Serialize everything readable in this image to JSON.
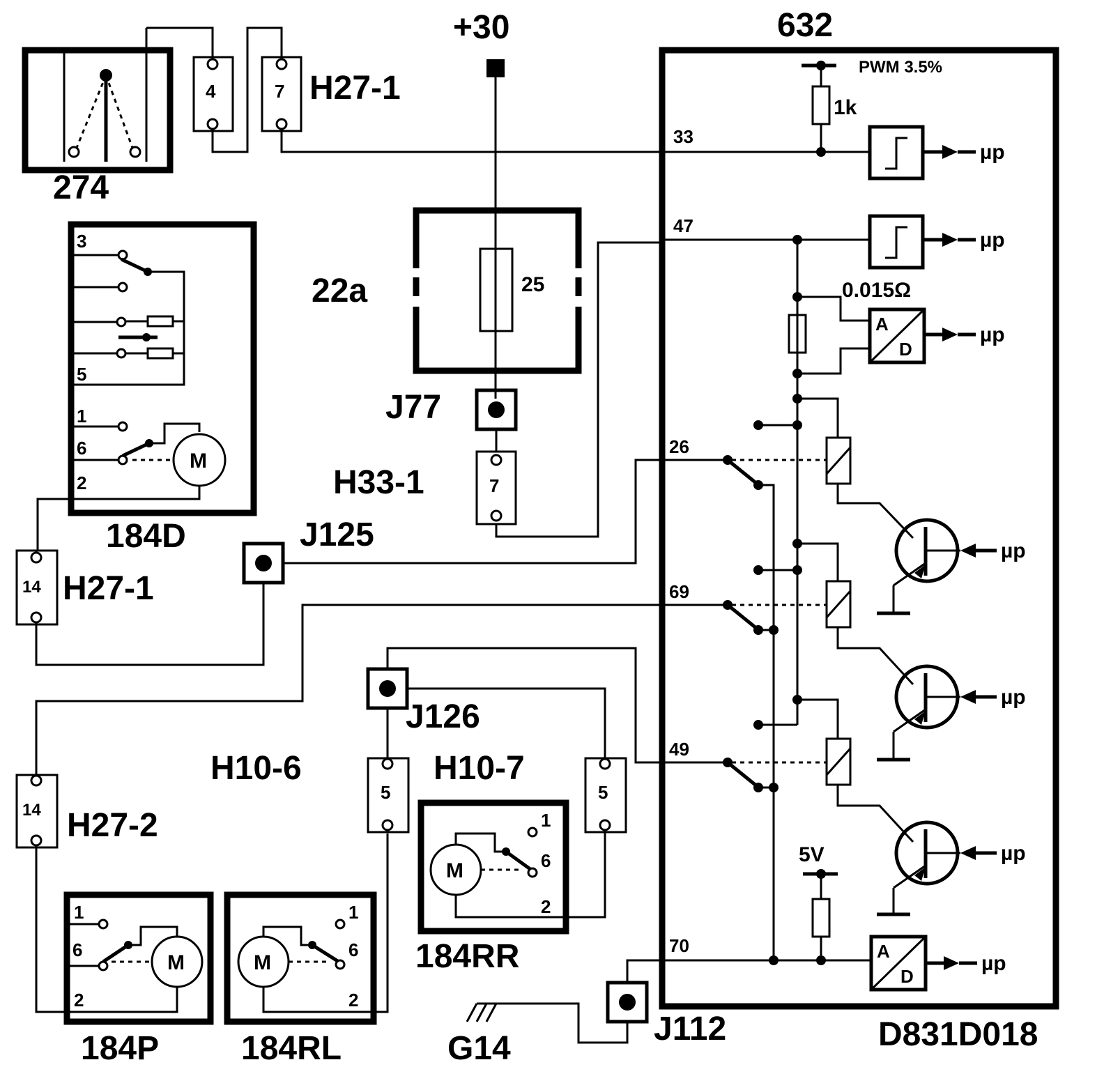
{
  "title_code": "D831D018",
  "labels": {
    "supply": "+30",
    "ecu": "632",
    "pwm": "PWM 3.5%",
    "r1k": "1k",
    "shunt": "0.015Ω",
    "v5": "5V",
    "switch274": "274",
    "fusebox": "22a",
    "fuse": "25",
    "j77": "J77",
    "h33": "H33-1",
    "j125": "J125",
    "j126": "J126",
    "j112": "J112",
    "g14": "G14",
    "h27_1_top": "H27-1",
    "h27_1_mid": "H27-1",
    "h27_2": "H27-2",
    "h10_6": "H10-6",
    "h10_7": "H10-7",
    "m184d": "184D",
    "m184p": "184P",
    "m184rl": "184RL",
    "m184rr": "184RR"
  },
  "pins": {
    "p33": "33",
    "p47": "47",
    "p26": "26",
    "p69": "69",
    "p49": "49",
    "p70": "70",
    "c4": "4",
    "c7a": "7",
    "c7b": "7",
    "c14a": "14",
    "c14b": "14",
    "c5a": "5",
    "c5b": "5",
    "d3": "3",
    "d5": "5",
    "d1": "1",
    "d6": "6",
    "d2": "2",
    "p1": "1",
    "p6": "6",
    "p2": "2",
    "rl1": "1",
    "rl6": "6",
    "rl2": "2",
    "rr1": "1",
    "rr6": "6",
    "rr2": "2"
  },
  "symbols": {
    "motor": "M",
    "ad_a": "A",
    "ad_d": "D",
    "mu": "µp"
  },
  "icons": [
    "motor-icon",
    "relay-coil-icon",
    "transistor-icon",
    "ad-converter-icon",
    "schmitt-trigger-icon",
    "ground-icon"
  ]
}
